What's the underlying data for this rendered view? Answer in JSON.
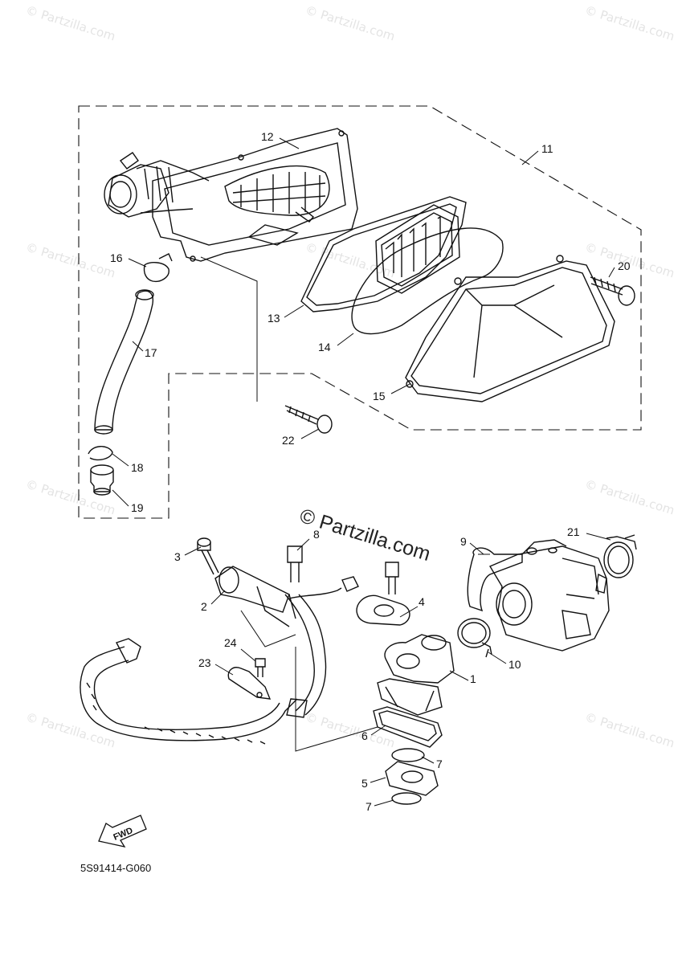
{
  "watermark": {
    "text": "© Partzilla.com",
    "center_text": "© Partzilla.com"
  },
  "diagram_code": "5S91414-G060",
  "fwd_label": "FWD",
  "callouts": {
    "c1": "1",
    "c2": "2",
    "c3": "3",
    "c4": "4",
    "c5": "5",
    "c6": "6",
    "c7a": "7",
    "c7b": "7",
    "c8": "8",
    "c9": "9",
    "c10": "10",
    "c11": "11",
    "c12": "12",
    "c13": "13",
    "c14": "14",
    "c15": "15",
    "c16": "16",
    "c17": "17",
    "c18": "18",
    "c19": "19",
    "c20": "20",
    "c21": "21",
    "c22": "22",
    "c23": "23",
    "c24": "24"
  }
}
